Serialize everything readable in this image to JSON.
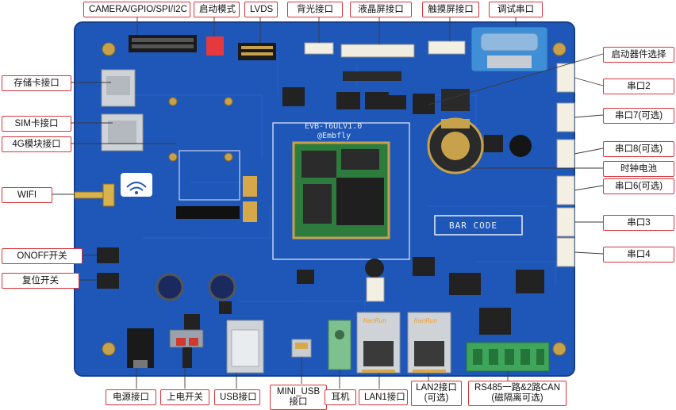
{
  "board": {
    "model": "EVB-T6ULV1.0",
    "brand": "@Embfly",
    "barcode": "BAR CODE",
    "lan_brand_1": "HanRun",
    "lan_brand_2": "HanRun",
    "colors": {
      "pcb": "#1f57b8",
      "pcb_dark": "#153e8c",
      "callout": "#d9343a"
    }
  },
  "labels": {
    "camera": "CAMERA/GPIO/SPI/I2C",
    "boot_mode": "启动模式",
    "lvds": "LVDS",
    "backlight": "背光接口",
    "lcd": "液晶屏接口",
    "touch": "触摸屏接口",
    "debug_serial": "调试串口",
    "boot_device": "启动器件选择",
    "serial2": "串口2",
    "serial7": "串口7(可选)",
    "serial8": "串口8(可选)",
    "rtc_battery": "时钟电池",
    "serial6": "串口6(可选)",
    "serial3": "串口3",
    "serial4": "串口4",
    "sd_card": "存储卡接口",
    "sim_card": "SIM卡接口",
    "module_4g": "4G模块接口",
    "wifi": "WIFI",
    "onoff": "ONOFF开关",
    "reset": "复位开关",
    "power_jack": "电源接口",
    "power_switch": "上电开关",
    "usb": "USB接口",
    "mini_usb": "MINI_USB 接口",
    "earphone": "耳机",
    "lan1": "LAN1接口",
    "lan2": "LAN2接口 (可选)",
    "rs485_can": "RS485一路&2路CAN (磁隔离可选)"
  }
}
